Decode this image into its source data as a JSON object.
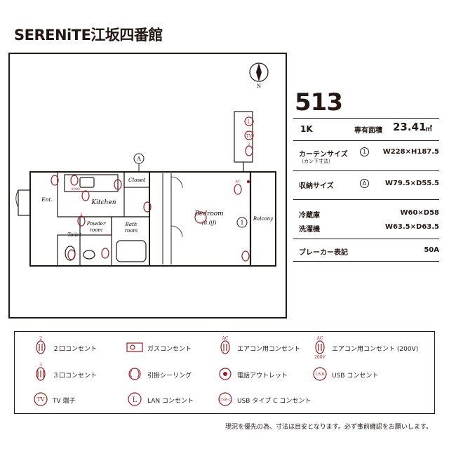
{
  "title": "SERENiTE江坂四番館",
  "room": {
    "number": "513",
    "type": "1K",
    "area_label": "専有面積",
    "area_value": "23.41",
    "area_unit": "㎡"
  },
  "specs": {
    "curtain_label": "カーテンサイズ",
    "curtain_sub": "（カン下寸法）",
    "curtain_mark": "1",
    "curtain_value": "W228×H187.5",
    "storage_label": "収納サイズ",
    "storage_mark": "A",
    "storage_value": "W79.5×D55.5",
    "fridge_label": "冷蔵庫",
    "fridge_value": "W60×D58",
    "washer_label": "洗濯機",
    "washer_value": "W63.5×D63.5",
    "breaker_label": "ブレーカー表記",
    "breaker_value": "50A"
  },
  "plan": {
    "compass": "N",
    "ent": "Ent.",
    "kitchen": "Kitchen",
    "closet": "Closet",
    "bedroom": "Bedroom",
    "bedroom_sub": "(8.0J)",
    "balcony": "Balcony",
    "powder1": "Powder",
    "powder2": "room",
    "bath1": "Bath",
    "bath2": "room",
    "toilet": "Toilet",
    "mark_a": "A",
    "mark_1": "1",
    "tv": "TV",
    "lan": "L",
    "v200": "200V",
    "ac": "AC",
    "n2": "2",
    "n3": "3"
  },
  "legend": {
    "items": [
      "２口コンセント",
      "ガスコンセント",
      "エアコン用コンセント",
      "エアコン用コンセント (200V)",
      "３口コンセント",
      "引掛シーリング",
      "電話アウトレット",
      "USB コンセント",
      "TV 端子",
      "LAN コンセント",
      "USB タイプ C コンセント"
    ],
    "num2": "2",
    "num3": "3",
    "ac": "AC",
    "v200": "200V",
    "tv": "TV",
    "lan": "L",
    "usb": "USB",
    "usbc": "USB-C"
  },
  "note": "現況を優先の為、寸法は目安となります。必ず事前確認をお願いします。",
  "colors": {
    "accent": "#9b1b22",
    "ink": "#231815"
  }
}
